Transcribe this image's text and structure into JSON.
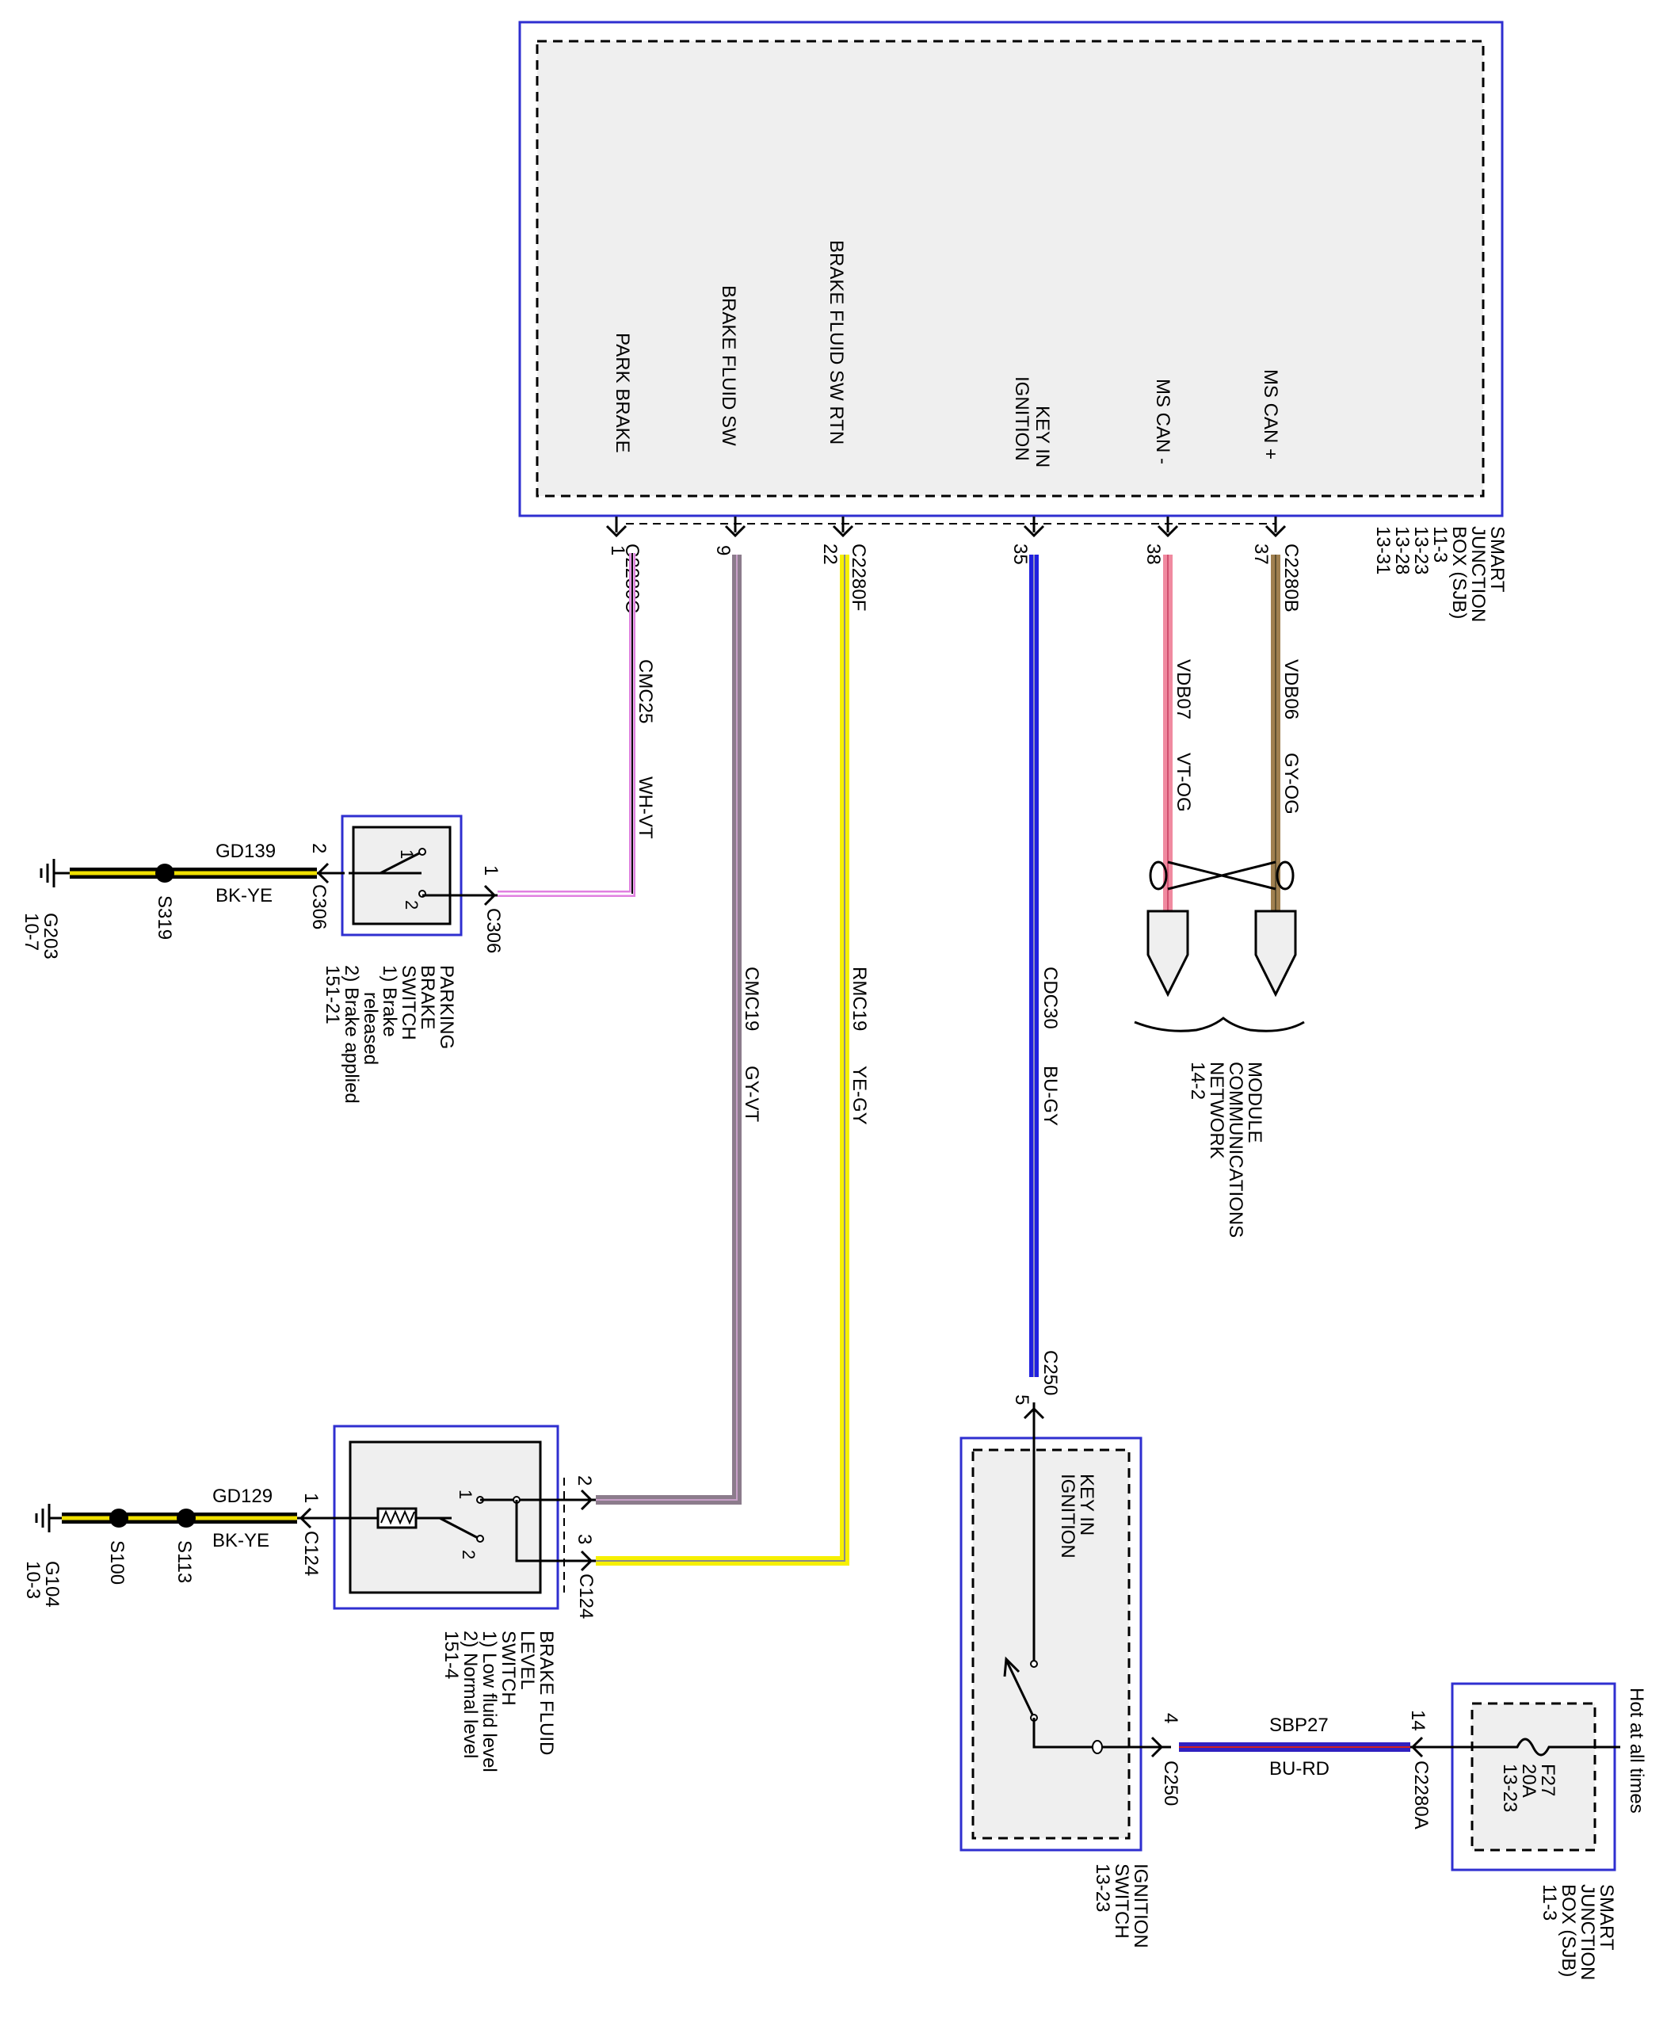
{
  "colors": {
    "frame": "#2f2fd0",
    "box_fill": "#efefef",
    "wh_vt": "#e080e0",
    "gy_vt": "#8c7c8c",
    "ye_gy": "#f6f000",
    "bu_gy": "#2020e0",
    "vt_og": "#f08aa0",
    "gy_og": "#a08050",
    "bk_ye": "#f0e000",
    "bu_rd": "#3020c0"
  },
  "sjb_main": {
    "title_lines": [
      "SMART",
      "JUNCTION",
      "BOX (SJB)",
      "11-3",
      "13-23",
      "13-28",
      "13-31"
    ],
    "pins": [
      {
        "label": "PARK BRAKE",
        "pin": "1"
      },
      {
        "label": "BRAKE FLUID SW",
        "pin": "9"
      },
      {
        "label": "BRAKE FLUID SW RTN",
        "pin": "22"
      },
      {
        "label_lines": [
          "KEY IN",
          "IGNITION"
        ],
        "pin": "35"
      },
      {
        "label": "MS CAN -",
        "pin": "38"
      },
      {
        "label": "MS CAN +",
        "pin": "37"
      }
    ],
    "connectors": {
      "c": "C2280C",
      "f": "C2280F",
      "b": "C2280B"
    }
  },
  "wires": {
    "park_circuit": "CMC25",
    "park_color": "WH-VT",
    "brake_sw_circuit": "CMC19",
    "brake_sw_color": "GY-VT",
    "brake_rtn_circuit": "RMC19",
    "brake_rtn_color": "YE-GY",
    "key_circuit": "CDC30",
    "key_color": "BU-GY",
    "can_minus_circuit": "VDB07",
    "can_minus_color": "VT-OG",
    "can_plus_circuit": "VDB06",
    "can_plus_color": "GY-OG",
    "power_circuit": "SBP27",
    "power_color": "BU-RD"
  },
  "module_network": {
    "lines": [
      "MODULE",
      "COMMUNICATIONS",
      "NETWORK",
      "14-2"
    ]
  },
  "parking_brake": {
    "name_lines": [
      "PARKING",
      "BRAKE",
      "SWITCH"
    ],
    "states": [
      "1) Brake",
      "released",
      "2) Brake applied",
      "151-21"
    ],
    "pin_in": "1",
    "pin_gnd": "2",
    "connector": "C306",
    "ground_circuit": "GD139",
    "ground_color": "BK-YE",
    "splice": "S319",
    "ground": "G203",
    "ground_ref": "10-7",
    "contact_1": "1",
    "contact_2": "2"
  },
  "brake_fluid": {
    "name_lines": [
      "BRAKE FLUID",
      "LEVEL",
      "SWITCH"
    ],
    "states": [
      "1) Low fluid level",
      "2) Normal level",
      "151-4"
    ],
    "pin_gnd": "1",
    "pin_2": "2",
    "pin_3": "3",
    "connector": "C124",
    "ground_circuit": "GD129",
    "ground_color": "BK-YE",
    "splice_1": "S113",
    "splice_2": "S100",
    "ground": "G104",
    "ground_ref": "10-3",
    "contact_1": "1",
    "contact_2": "2"
  },
  "ignition_switch": {
    "inner_lines": [
      "KEY IN",
      "IGNITION"
    ],
    "name_lines": [
      "IGNITION",
      "SWITCH",
      "13-23"
    ],
    "pin_top": "5",
    "connector_top": "C250",
    "pin_right": "4",
    "connector_right": "C250"
  },
  "sjb_fuse": {
    "fuse_lines": [
      "F27",
      "20A",
      "13-23"
    ],
    "name_lines": [
      "SMART",
      "JUNCTION",
      "BOX (SJB)",
      "11-3"
    ],
    "hot_label": "Hot at all times",
    "pin": "14",
    "connector": "C2280A"
  }
}
